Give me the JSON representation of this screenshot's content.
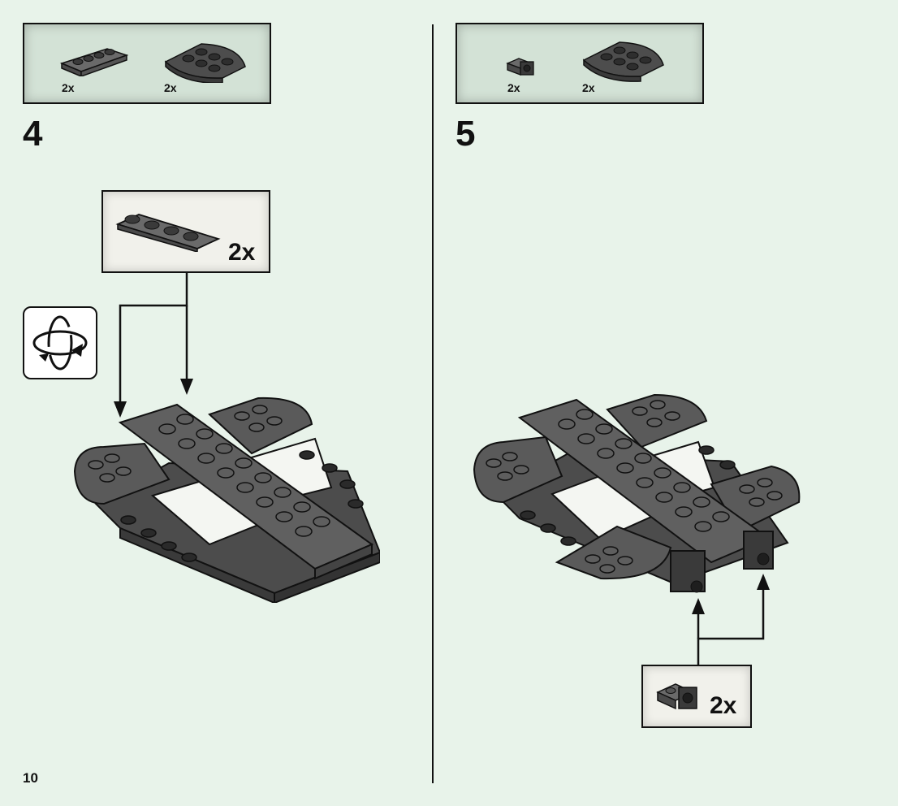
{
  "page": {
    "number": "10"
  },
  "step4": {
    "number": "4",
    "parts": [
      {
        "icon": "plate-1x4-icon",
        "qty": "2x"
      },
      {
        "icon": "round-corner-plate-icon",
        "qty": "2x"
      }
    ],
    "callout": {
      "icon": "plate-1x4-icon",
      "qty": "2x"
    },
    "rotate_icon": "rotate-model-icon"
  },
  "step5": {
    "number": "5",
    "parts": [
      {
        "icon": "bracket-plate-icon",
        "qty": "2x"
      },
      {
        "icon": "round-corner-plate-icon",
        "qty": "2x"
      }
    ],
    "callout": {
      "icon": "bracket-plate-icon",
      "qty": "2x"
    }
  },
  "colors": {
    "background": "#e8f3ea",
    "parts_box": "#d3e2d6",
    "brick": "#555555",
    "outline": "#111111"
  }
}
